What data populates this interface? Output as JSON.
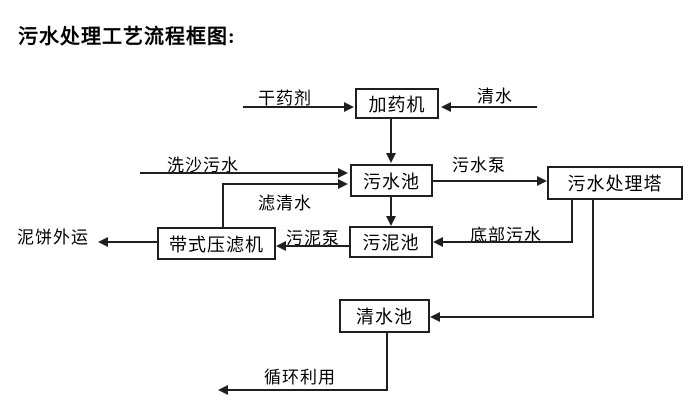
{
  "title": "污水处理工艺流程框图:",
  "nodes": {
    "dosing_machine": "加药机",
    "sewage_pool": "污水池",
    "sewage_treatment_tower": "污水处理塔",
    "sludge_pool": "污泥池",
    "belt_filter_press": "带式压滤机",
    "clean_water_pool": "清水池"
  },
  "labels": {
    "dry_chemical": "干药剂",
    "clean_water": "清水",
    "sand_wash_sewage": "洗沙污水",
    "filtered_water": "滤清水",
    "sewage_pump": "污水泵",
    "bottom_sewage": "底部污水",
    "sludge_pump": "污泥泵",
    "mud_cake_out": "泥饼外运",
    "recycle": "循环利用"
  },
  "edges": [
    {
      "from": "干药剂(外部)",
      "to": "加药机",
      "label": "干药剂"
    },
    {
      "from": "清水(外部)",
      "to": "加药机",
      "label": "清水"
    },
    {
      "from": "加药机",
      "to": "污水池",
      "label": ""
    },
    {
      "from": "洗沙污水(外部)",
      "to": "污水池",
      "label": "洗沙污水"
    },
    {
      "from": "带式压滤机",
      "to": "污水池",
      "label": "滤清水"
    },
    {
      "from": "污水池",
      "to": "污水处理塔",
      "label": "污水泵"
    },
    {
      "from": "污水池",
      "to": "污泥池",
      "label": ""
    },
    {
      "from": "污水处理塔",
      "to": "污泥池",
      "label": "底部污水"
    },
    {
      "from": "污泥池",
      "to": "带式压滤机",
      "label": "污泥泵"
    },
    {
      "from": "带式压滤机",
      "to": "外部",
      "label": "泥饼外运"
    },
    {
      "from": "污水处理塔",
      "to": "清水池",
      "label": ""
    },
    {
      "from": "清水池",
      "to": "外部",
      "label": "循环利用"
    }
  ],
  "colors": {
    "line": "#1f1f1f",
    "background": "#ffffff",
    "text": "#000000"
  }
}
